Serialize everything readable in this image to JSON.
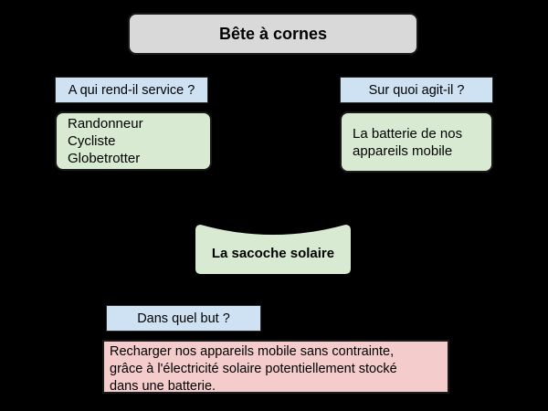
{
  "colors": {
    "bg": "#000000",
    "gray": "#d9d9d9",
    "blue": "#cfe2f3",
    "green": "#d9ead3",
    "pink": "#f4cccc",
    "ink": "#000000",
    "border": "#1a1a1a"
  },
  "diagram": {
    "type": "bete-a-cornes",
    "title": "Bête à cornes",
    "product": "La sacoche solaire",
    "questions": {
      "who": "A qui rend-il service ?",
      "what": "Sur quoi agit-il ?",
      "why": "Dans quel but ?"
    },
    "answers": {
      "who": [
        "Randonneur",
        "Cycliste",
        "Globetrotter"
      ],
      "what": [
        "La batterie de nos",
        "appareils mobile"
      ],
      "why": [
        "Recharger nos appareils mobile sans contrainte,",
        "grâce à l'électricité solaire potentiellement stocké",
        "dans une batterie."
      ]
    }
  }
}
